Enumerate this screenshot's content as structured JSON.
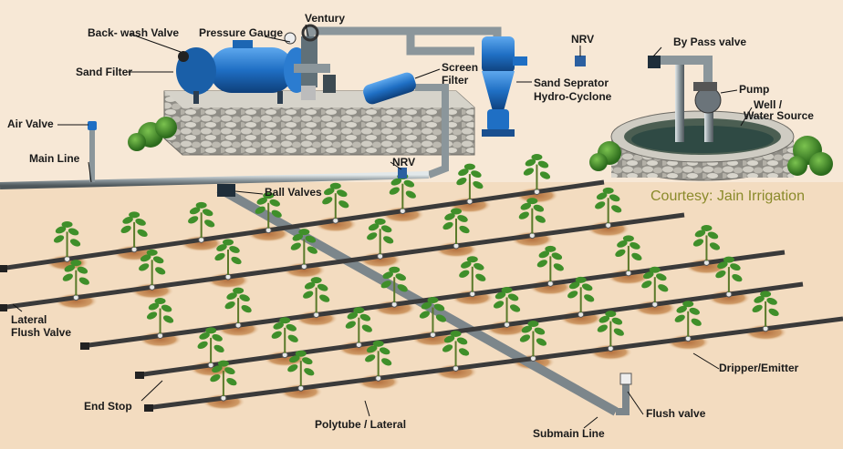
{
  "labels": {
    "backwash_valve": "Back- wash Valve",
    "pressure_gauge": "Pressure Gauge",
    "ventury": "Ventury",
    "sand_filter": "Sand Filter",
    "screen_filter_1": "Screen",
    "screen_filter_2": "Filter",
    "nrv_top": "NRV",
    "bypass_valve": "By Pass valve",
    "sand_separator_1": "Sand Seprator",
    "sand_separator_2": "Hydro-Cyclone",
    "pump": "Pump",
    "well_1": "Well /",
    "well_2": "Water Source",
    "air_valve": "Air Valve",
    "main_line": "Main Line",
    "nrv_main": "NRV",
    "ball_valves": "Ball Valves",
    "lateral_flush_1": "Lateral",
    "lateral_flush_2": "Flush Valve",
    "end_stop": "End Stop",
    "polytube": "Polytube / Lateral",
    "submain": "Submain Line",
    "flush_valve": "Flush valve",
    "dripper": "Dripper/Emitter"
  },
  "credit": "Courtesy: Jain Irrigation",
  "colors": {
    "background": "#f3dcc0",
    "soil_patch": "#c98a52",
    "pipe": "#6f7a80",
    "pipe_highlight": "#c7d0d4",
    "lateral": "#3a3a3a",
    "tank": "#1f6fc4",
    "foliage": "#3f8f2a",
    "stone": "#b8b6ae",
    "credit": "#8a8a2a"
  }
}
